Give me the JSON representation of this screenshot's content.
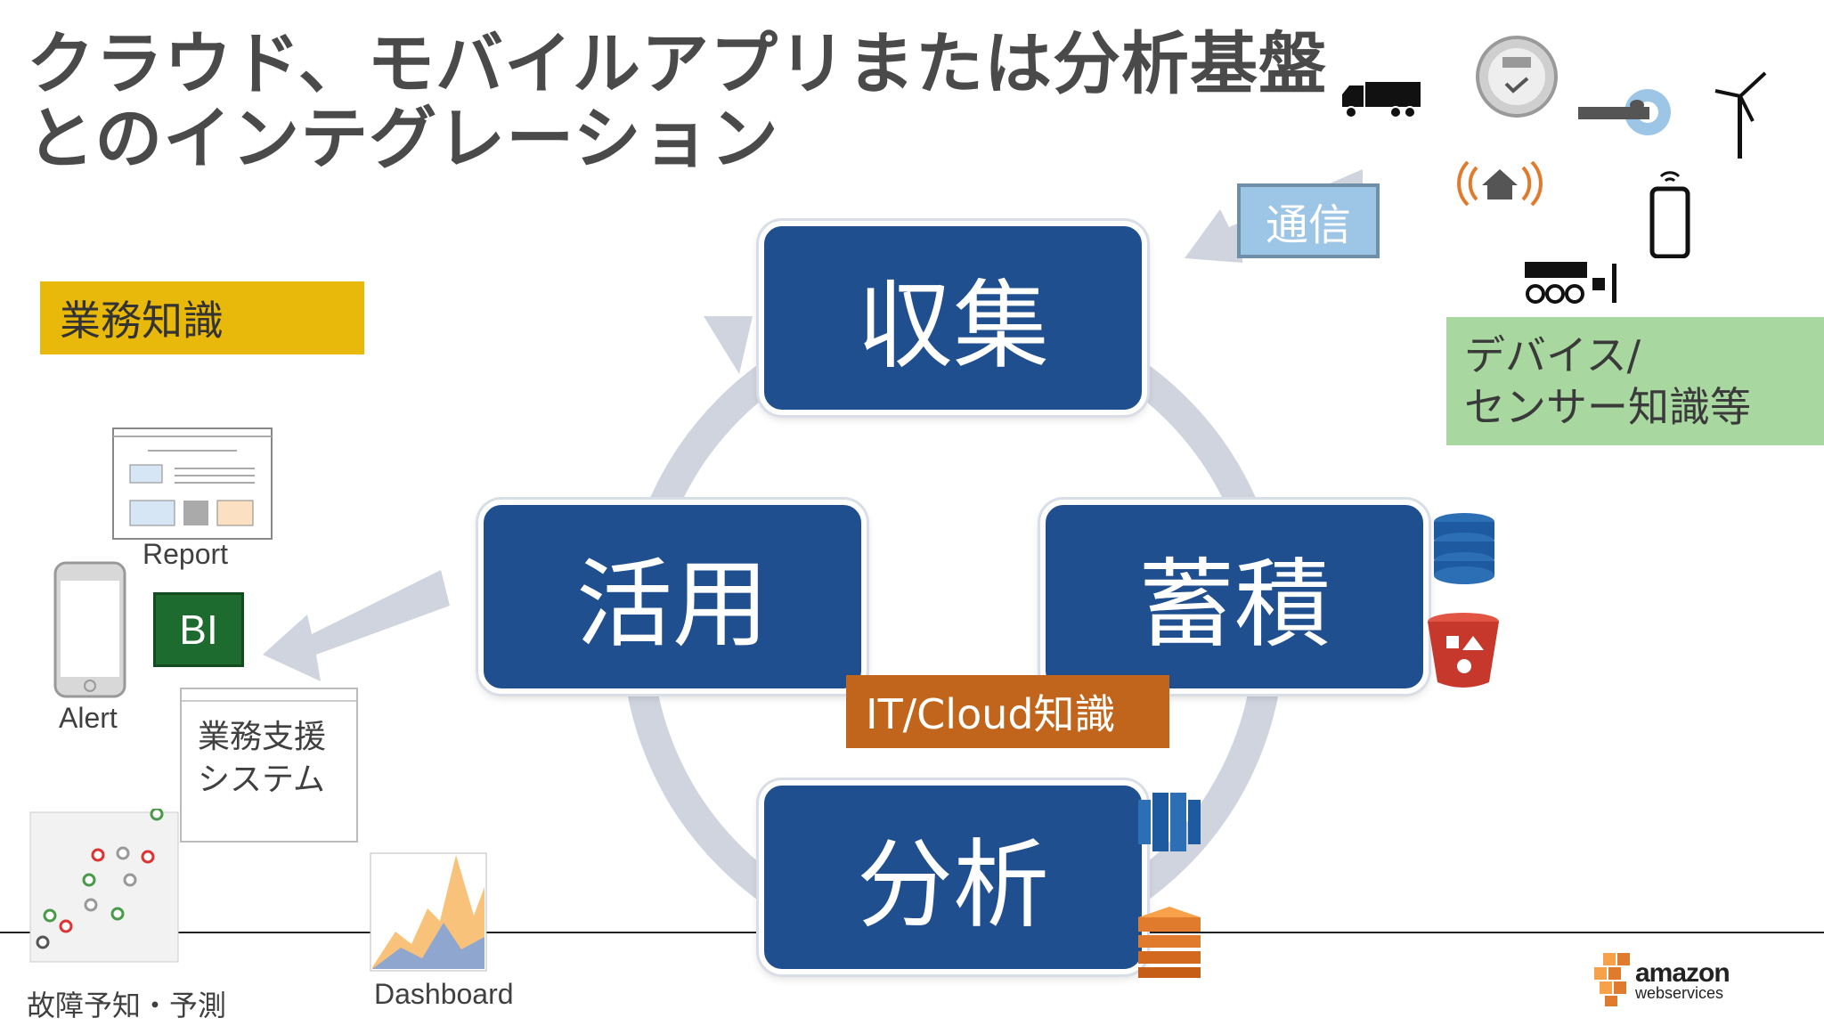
{
  "title": {
    "line1": "クラウド、モバイルアプリまたは分析基盤",
    "line2": "とのインテグレーション"
  },
  "cycle": {
    "collect": "収集",
    "store": "蓄積",
    "analyze": "分析",
    "utilize": "活用"
  },
  "labels": {
    "business_knowledge": "業務知識",
    "it_cloud": "IT/Cloud知識",
    "communication": "通信",
    "device_line1": "デバイス/",
    "device_line2": "センサー知識等"
  },
  "outputs": {
    "report": "Report",
    "alert": "Alert",
    "bi": "BI",
    "business_support_line1": "業務支援",
    "business_support_line2": "システム",
    "failure_prediction": "故障予知・予測",
    "dashboard": "Dashboard"
  },
  "logo": {
    "line1": "amazon",
    "line2": "webservices"
  },
  "colors": {
    "stage_blue": "#1f4f8f",
    "business_yellow": "#e8b90a",
    "it_orange": "#c0651b",
    "comm_blue": "#9cc5e6",
    "device_green": "#a8d8a0",
    "bi_green": "#1d6b2e",
    "ring_gray": "#d0d4de"
  },
  "icons": [
    "truck-icon",
    "smart-meter-icon",
    "medical-scanner-icon",
    "wind-turbine-icon",
    "smart-home-icon",
    "smartphone-icon",
    "factory-conveyor-icon",
    "dynamodb-icon",
    "s3-bucket-icon",
    "redshift-icon",
    "emr-icon"
  ]
}
